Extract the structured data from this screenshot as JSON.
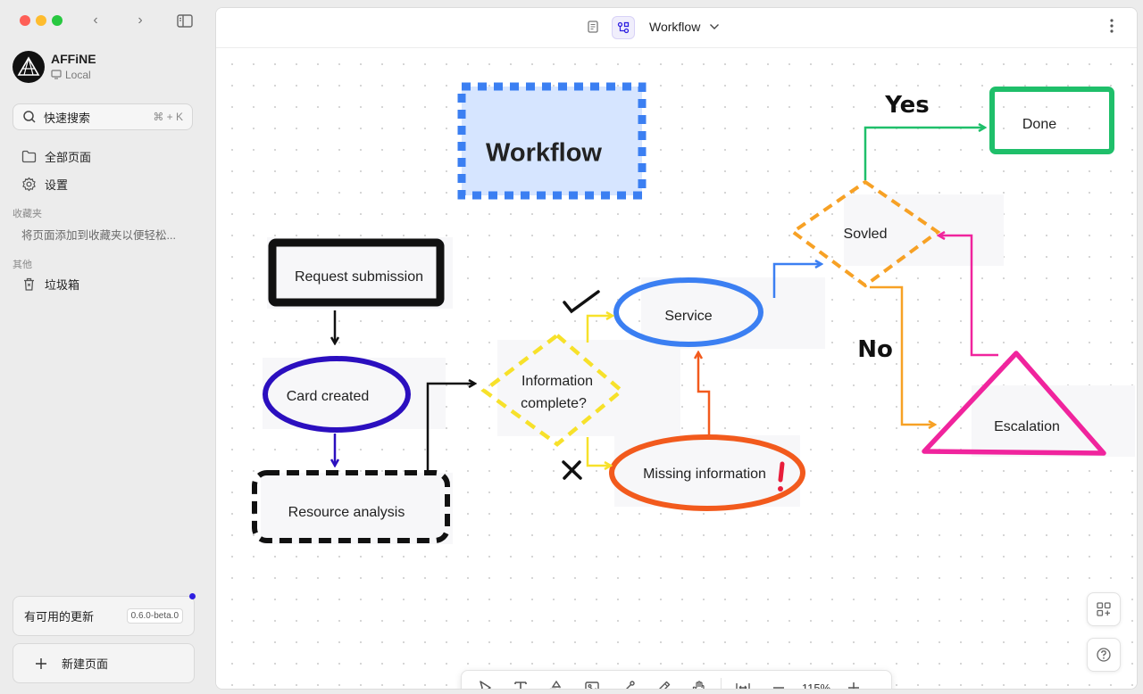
{
  "app": {
    "name": "AFFiNE"
  },
  "sidebar": {
    "workspace": {
      "name": "AFFiNE",
      "location": "Local"
    },
    "search": {
      "label": "快速搜索",
      "shortcut": "⌘ + K"
    },
    "items": [
      {
        "label": "全部页面",
        "icon": "folder-icon"
      },
      {
        "label": "设置",
        "icon": "gear-icon"
      }
    ],
    "favorites": {
      "title": "收藏夹",
      "hint": "将页面添加到收藏夹以便轻松..."
    },
    "other": {
      "title": "其他",
      "items": [
        {
          "label": "垃圾箱",
          "icon": "trash-icon"
        }
      ]
    },
    "update": {
      "label": "有可用的更新",
      "version": "0.6.0-beta.0"
    },
    "new_page": {
      "label": "新建页面"
    }
  },
  "header": {
    "title": "Workflow"
  },
  "canvas": {
    "title": "Workflow",
    "nodes": {
      "request": "Request submission",
      "card": "Card created",
      "resource": "Resource analysis",
      "info_line1": "Information",
      "info_line2": "complete?",
      "service": "Service",
      "missing": "Missing information",
      "solved": "Sovled",
      "done": "Done",
      "escalation": "Escalation"
    },
    "annotations": {
      "yes": "Yes",
      "no": "No"
    }
  },
  "toolbar": {
    "zoom": "115%"
  },
  "colors": {
    "accent": "#2e1fe0",
    "blue": "#3b7ff2",
    "green": "#1fbf6a",
    "orange": "#f7a125",
    "pink": "#f0249d",
    "red_orange": "#f25a1d",
    "yellow": "#f7e12a",
    "indigo": "#2b0fbf"
  }
}
